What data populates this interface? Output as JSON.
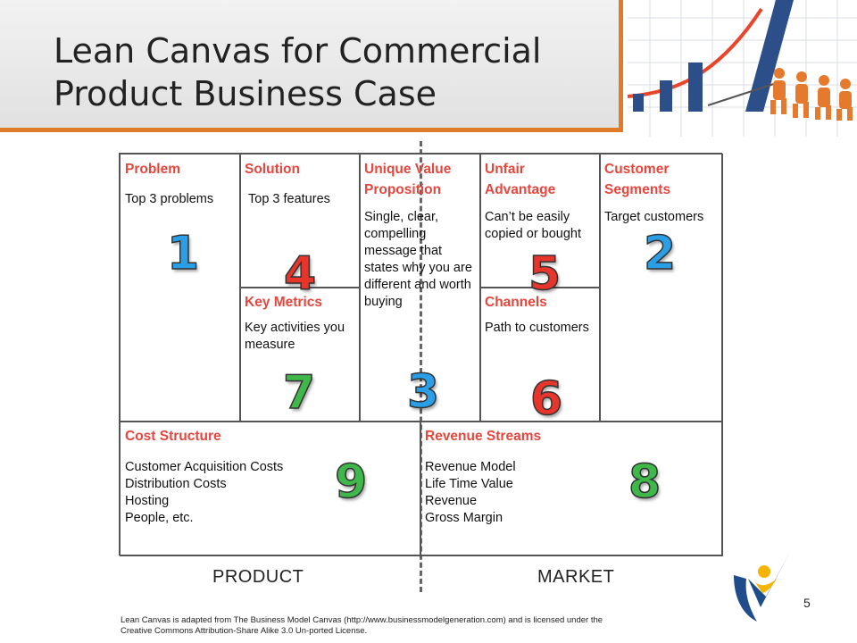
{
  "slide": {
    "title_line1": "Lean Canvas for Commercial",
    "title_line2": "Product Business Case",
    "page_number": "5"
  },
  "canvas": {
    "problem": {
      "title": "Problem",
      "body": "Top 3 problems",
      "number": "1"
    },
    "solution": {
      "title": "Solution",
      "body": "Top 3 features",
      "number": "4"
    },
    "uvp": {
      "title": "Unique Value Proposition",
      "body": "Single, clear, compelling message that states why you are different and worth buying",
      "number": "3"
    },
    "unfair_advantage": {
      "title": "Unfair Advantage",
      "body": "Can’t be easily copied or bought",
      "number": "5"
    },
    "customer_segments": {
      "title": "Customer Segments",
      "body": "Target customers",
      "number": "2"
    },
    "key_metrics": {
      "title": "Key Metrics",
      "body": "Key activities you measure",
      "number": "7"
    },
    "channels": {
      "title": "Channels",
      "body": "Path to customers",
      "number": "6"
    },
    "cost_structure": {
      "title": "Cost Structure",
      "items": [
        "Customer Acquisition Costs",
        "Distribution Costs",
        "Hosting",
        "People, etc."
      ],
      "number": "9"
    },
    "revenue_streams": {
      "title": "Revenue Streams",
      "items": [
        "Revenue Model",
        "Life Time Value",
        "Revenue",
        "Gross Margin"
      ],
      "number": "8"
    }
  },
  "labels": {
    "product": "PRODUCT",
    "market": "MARKET"
  },
  "footnote": {
    "line1": "Lean Canvas is adapted from The Business Model Canvas (http://www.businessmodelgeneration.com) and is licensed under the",
    "line2": "Creative Commons Attribution-Share Alike 3.0 Un-ported License."
  },
  "colors": {
    "accent": "#e07b2a",
    "heading_red": "#e8453c",
    "number_blue": "#2a9fe8",
    "number_red": "#e8352b",
    "number_green": "#3fb84a"
  },
  "icons": [
    "bar-chart-growth-icon",
    "people-pulling-icon",
    "checkmark-person-logo-icon"
  ]
}
